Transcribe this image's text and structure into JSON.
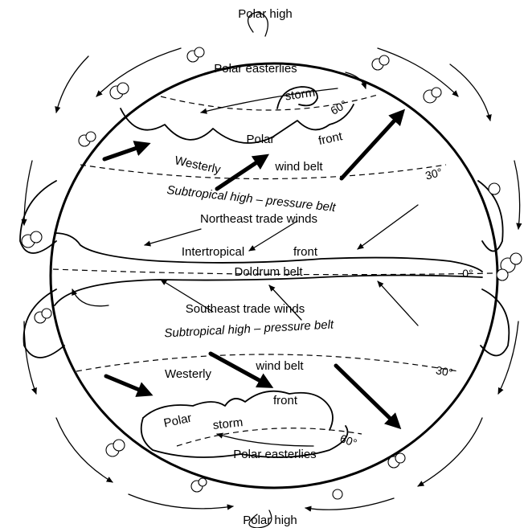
{
  "labels": {
    "polar_high_top": "Polar high",
    "polar_easterlies_n": "Polar easterlies",
    "storm_n": "storm",
    "lat60_n": "60°",
    "polar_n": "Polar",
    "front_n": "front",
    "westerly_n": "Westerly",
    "wind_belt_n": "wind belt",
    "lat30_n": "30°",
    "subtropical_n": "Subtropical high – pressure belt",
    "ne_trades": "Northeast trade winds",
    "intertropical": "Intertropical",
    "front_itcz": "front",
    "doldrum": "Doldrum belt",
    "lat0": "0°",
    "se_trades": "Southeast trade winds",
    "subtropical_s": "Subtropical high – pressure belt",
    "westerly_s": "Westerly",
    "wind_belt_s": "wind belt",
    "lat30_s": "30°",
    "front_s": "front",
    "polar_s": "Polar",
    "storm_s": "storm",
    "lat60_s": "60°",
    "polar_easterlies_s": "Polar easterlies",
    "polar_high_bottom": "Polar high"
  }
}
